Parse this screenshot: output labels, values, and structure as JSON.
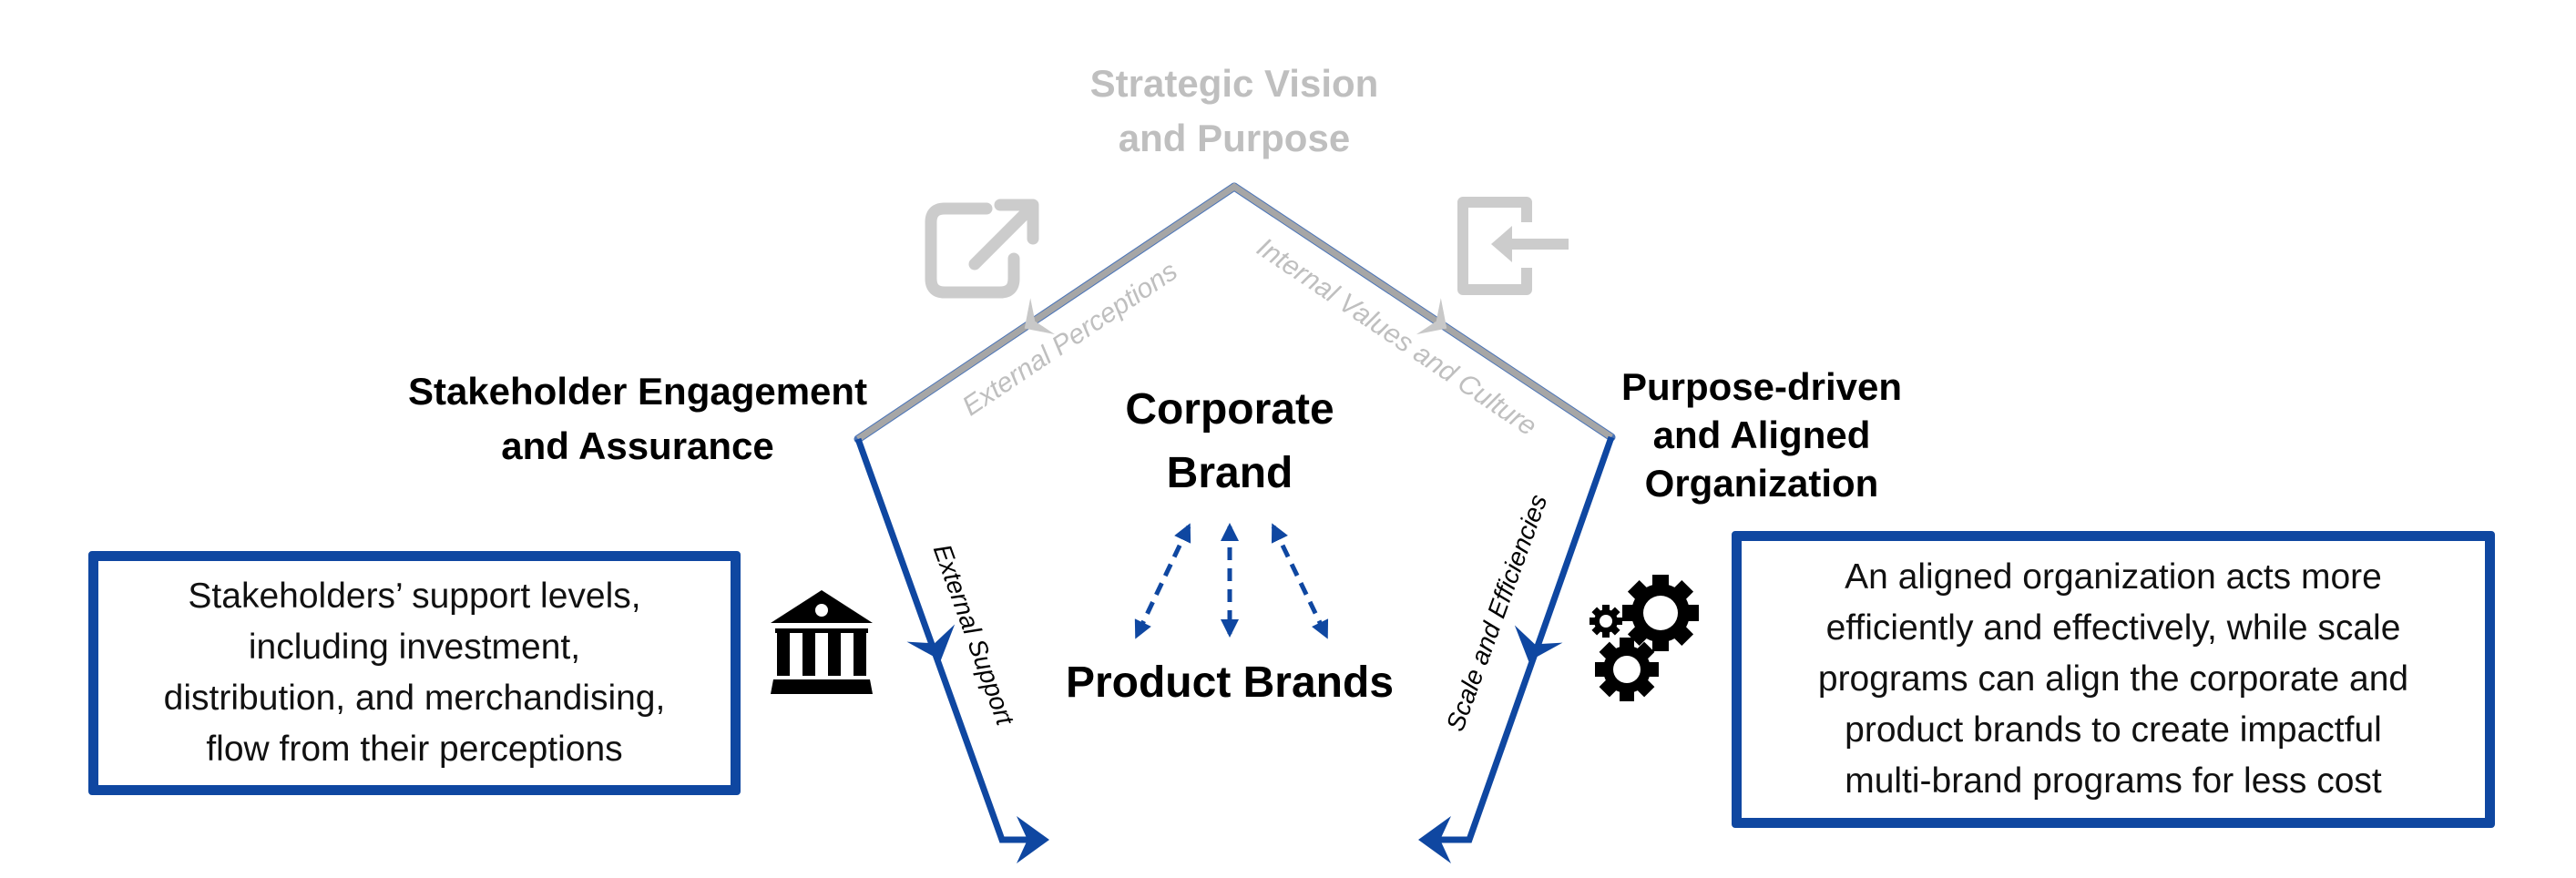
{
  "diagram": {
    "top_node": {
      "lines": [
        "Strategic Vision",
        "and Purpose"
      ]
    },
    "left_node": {
      "lines": [
        "Stakeholder Engagement",
        "and Assurance"
      ]
    },
    "right_node": {
      "lines": [
        "Purpose-driven",
        "and Aligned",
        "Organization"
      ]
    },
    "center": {
      "corporate_lines": [
        "Corporate",
        "Brand"
      ],
      "product": "Product Brands"
    },
    "edges": {
      "external_perceptions": "External Perceptions",
      "internal_values": "Internal Values and Culture",
      "external_support": "External Support",
      "scale_efficiencies": "Scale and Efficiencies"
    },
    "left_box": {
      "lines": [
        "Stakeholders’ support levels,",
        "including investment,",
        "distribution, and merchandising,",
        "flow from their perceptions"
      ]
    },
    "right_box": {
      "lines": [
        "An aligned organization acts more",
        "efficiently and effectively, while scale",
        "programs can align the corporate and",
        "product brands to create impactful",
        "multi-brand programs for less cost"
      ]
    },
    "icons": {
      "external_link": "external-link-icon",
      "sign_in": "sign-in-icon",
      "institution": "bank-institution-icon",
      "gears": "gears-icon"
    },
    "colors": {
      "accent_blue": "#0f47a1",
      "muted_gray_line": "#a6a6a6",
      "muted_gray_text": "#bfbfbf",
      "muted_gray_icon": "#cccccc",
      "text_dark": "#000000"
    }
  }
}
